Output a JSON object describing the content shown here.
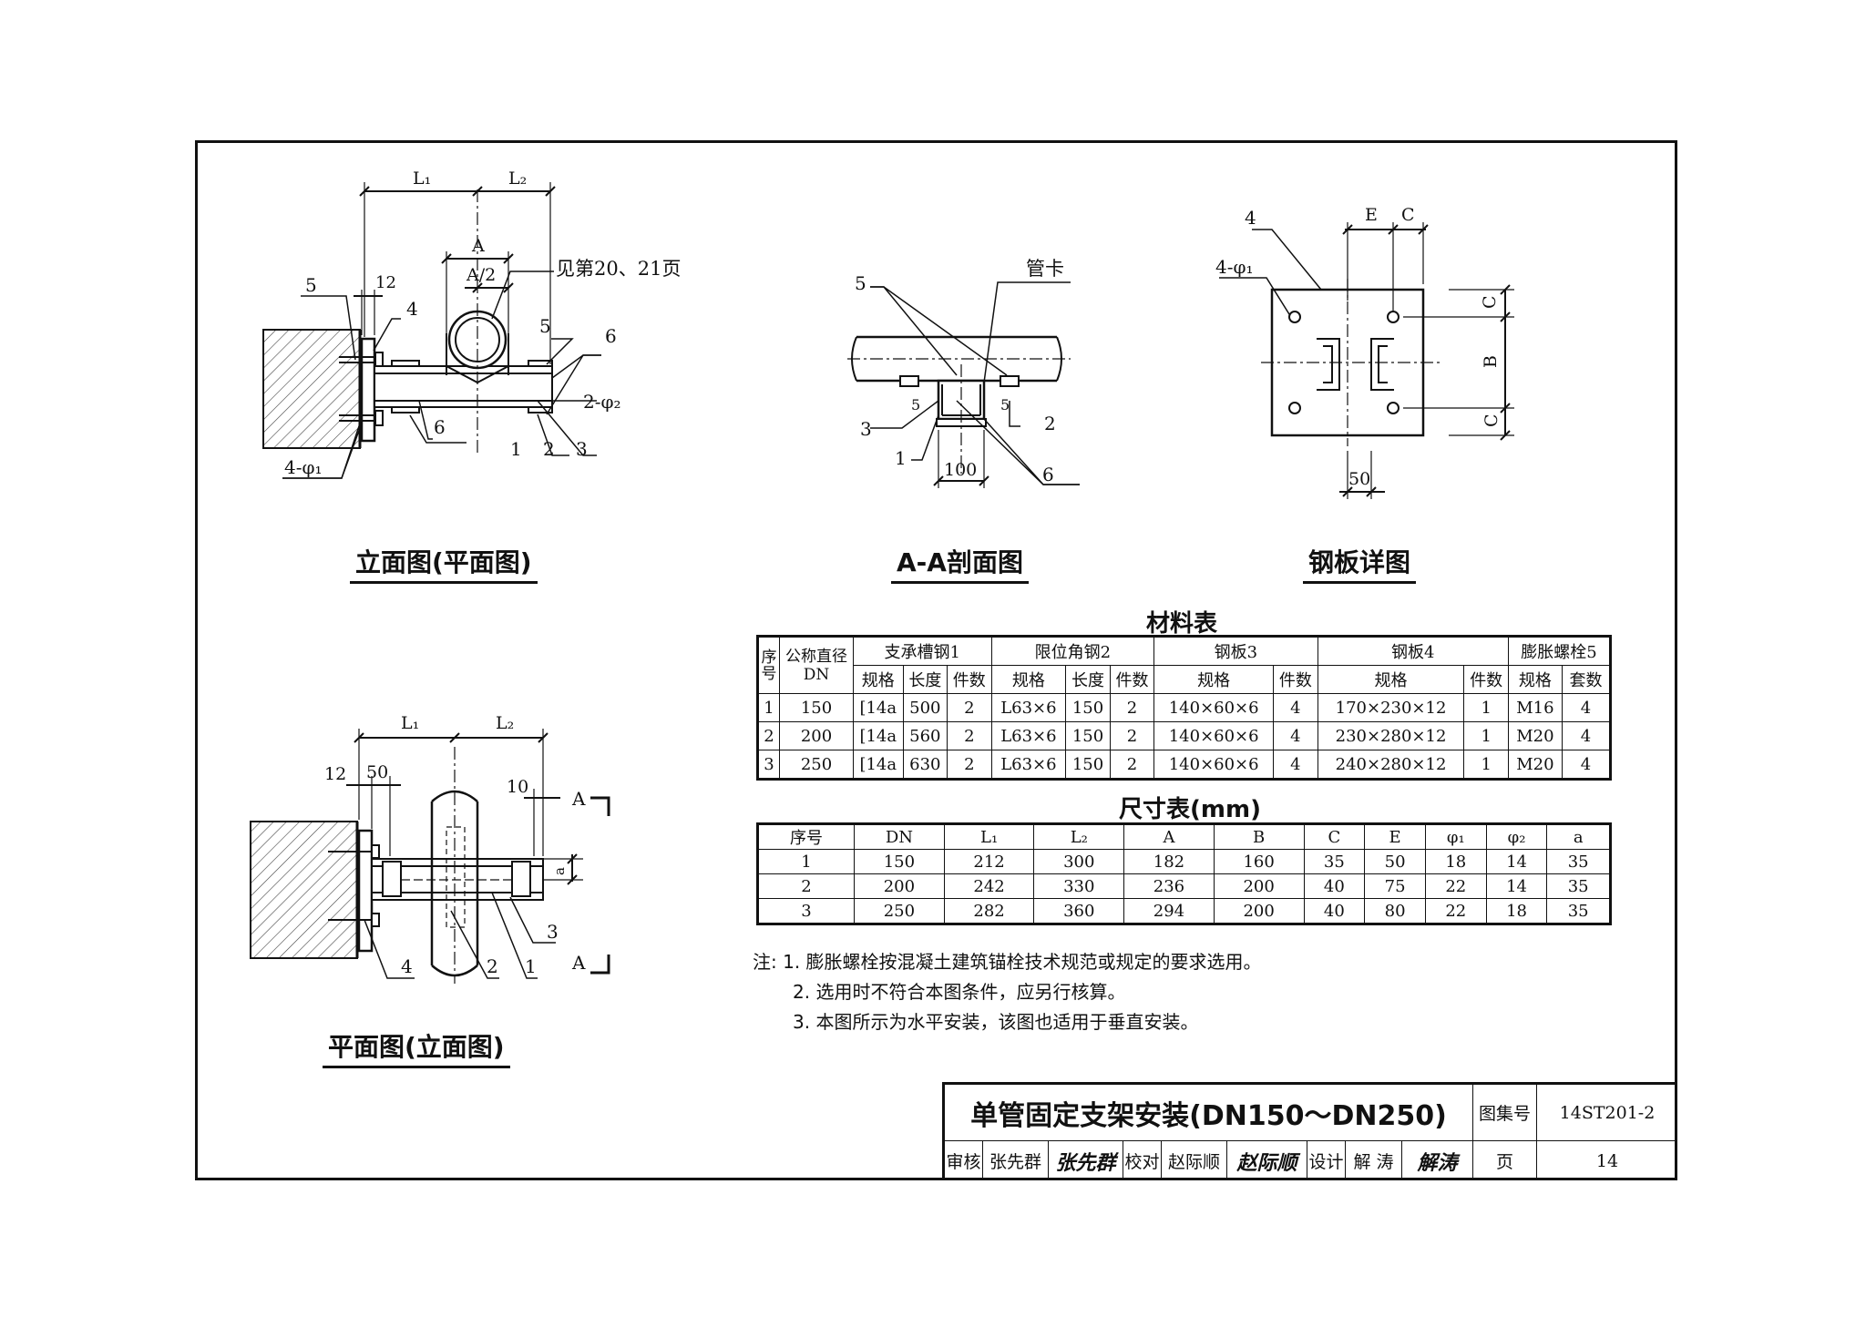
{
  "figures": {
    "elevation": {
      "title": "立面图(平面图)",
      "labels": {
        "l1": "L₁",
        "l2": "L₂",
        "a": "A",
        "a_half": "A/2",
        "ref": "见第20、21页",
        "d12": "12",
        "n5a": "5",
        "n4": "4",
        "n5b": "5",
        "n6a": "6",
        "n2phi2": "2-φ₂",
        "n6b": "6",
        "n1": "1",
        "n2": "2",
        "n3": "3",
        "n4phi1": "4-φ₁"
      }
    },
    "section": {
      "title": "A-A剖面图",
      "labels": {
        "clamp": "管卡",
        "n5a": "5",
        "n5b": "5",
        "n5c": "5",
        "n3": "3",
        "n2": "2",
        "n1": "1",
        "n6": "6",
        "d100": "100"
      }
    },
    "plate": {
      "title": "钢板详图",
      "labels": {
        "n4": "4",
        "n4phi1": "4-φ₁",
        "e": "E",
        "c_top": "C",
        "c_right1": "C",
        "b": "B",
        "c_right2": "C",
        "d50": "50"
      }
    },
    "plan": {
      "title": "平面图(立面图)",
      "labels": {
        "l1": "L₁",
        "l2": "L₂",
        "d12": "12",
        "d50": "50",
        "d10": "10",
        "sec_a1": "A",
        "sec_a2": "A",
        "a_small": "a",
        "n3": "3",
        "n4": "4",
        "n2": "2",
        "n1": "1"
      }
    }
  },
  "material_table": {
    "title": "材料表",
    "head1": [
      "序号",
      "公称直径DN",
      "支承槽钢1",
      "限位角钢2",
      "钢板3",
      "钢板4",
      "膨胀螺栓5"
    ],
    "head2": [
      "规格",
      "长度",
      "件数",
      "规格",
      "长度",
      "件数",
      "规格",
      "件数",
      "规格",
      "件数",
      "规格",
      "套数"
    ],
    "rows": [
      [
        "1",
        "150",
        "[14a",
        "500",
        "2",
        "L63×6",
        "150",
        "2",
        "140×60×6",
        "4",
        "170×230×12",
        "1",
        "M16",
        "4"
      ],
      [
        "2",
        "200",
        "[14a",
        "560",
        "2",
        "L63×6",
        "150",
        "2",
        "140×60×6",
        "4",
        "230×280×12",
        "1",
        "M20",
        "4"
      ],
      [
        "3",
        "250",
        "[14a",
        "630",
        "2",
        "L63×6",
        "150",
        "2",
        "140×60×6",
        "4",
        "240×280×12",
        "1",
        "M20",
        "4"
      ]
    ]
  },
  "dimension_table": {
    "title": "尺寸表(mm)",
    "head": [
      "序号",
      "DN",
      "L₁",
      "L₂",
      "A",
      "B",
      "C",
      "E",
      "φ₁",
      "φ₂",
      "a"
    ],
    "rows": [
      [
        "1",
        "150",
        "212",
        "300",
        "182",
        "160",
        "35",
        "50",
        "18",
        "14",
        "35"
      ],
      [
        "2",
        "200",
        "242",
        "330",
        "236",
        "200",
        "40",
        "75",
        "22",
        "14",
        "35"
      ],
      [
        "3",
        "250",
        "282",
        "360",
        "294",
        "200",
        "40",
        "80",
        "22",
        "18",
        "35"
      ]
    ]
  },
  "notes": {
    "prefix": "注:",
    "items": [
      "1. 膨胀螺栓按混凝土建筑锚栓技术规范或规定的要求选用。",
      "2. 选用时不符合本图条件，应另行核算。",
      "3. 本图所示为水平安装，该图也适用于垂直安装。"
    ]
  },
  "title_block": {
    "title": "单管固定支架安装(DN150～DN250)",
    "atlas_label": "图集号",
    "atlas_no": "14ST201-2",
    "review_label": "审核",
    "reviewer": "张先群",
    "reviewer_sig": "张先群",
    "check_label": "校对",
    "checker": "赵际顺",
    "checker_sig": "赵际顺",
    "design_label": "设计",
    "designer": "解 涛",
    "designer_sig": "解涛",
    "page_label": "页",
    "page_no": "14"
  }
}
